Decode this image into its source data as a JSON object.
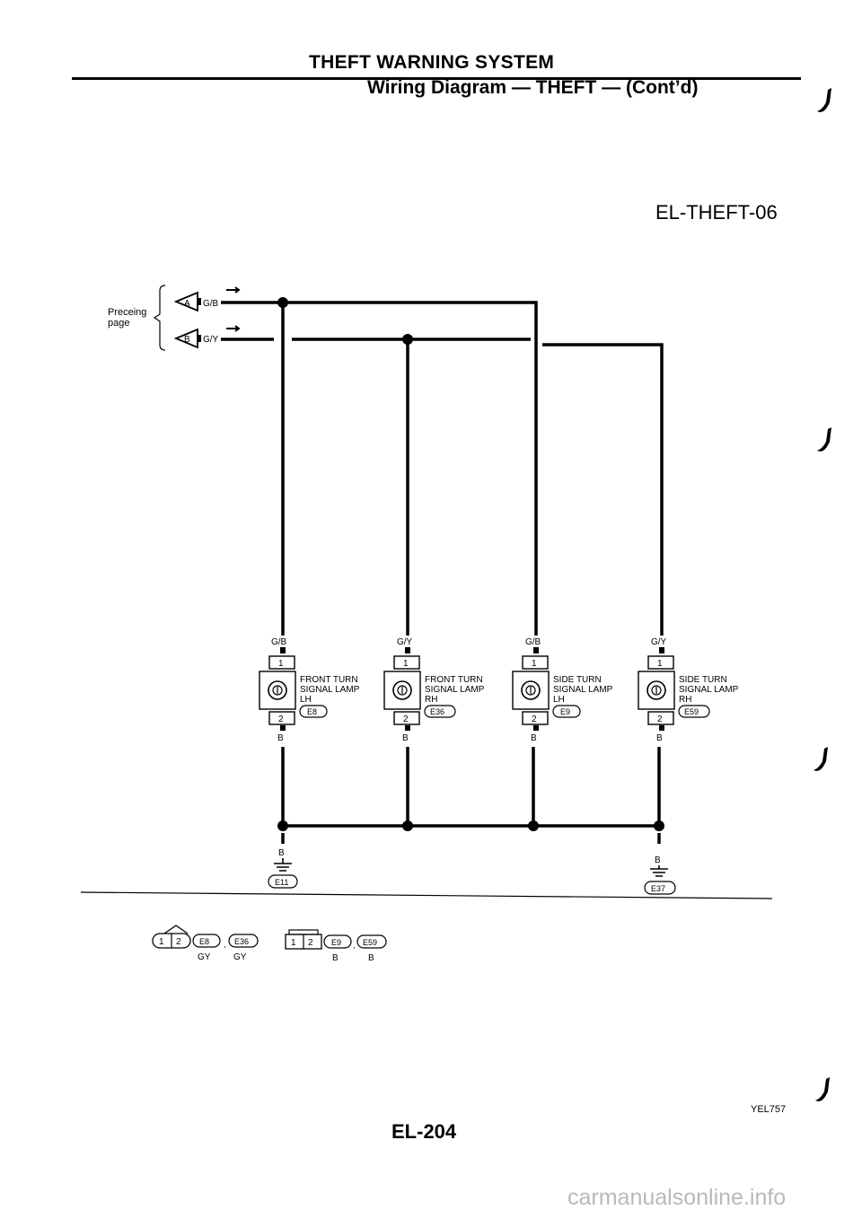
{
  "header": {
    "section_title": "THEFT WARNING SYSTEM",
    "subtitle": "Wiring Diagram — THEFT — (Cont’d)"
  },
  "diagram_code": "EL-THEFT-06",
  "preceding_page": {
    "line1": "Preceing",
    "line2": "page",
    "connectors": [
      {
        "letter": "A",
        "wire": "G/B"
      },
      {
        "letter": "B",
        "wire": "G/Y"
      }
    ]
  },
  "components": [
    {
      "wire_top": "G/B",
      "pin_top": "1",
      "pin_bottom": "2",
      "wire_bottom": "B",
      "name1": "FRONT TURN",
      "name2": "SIGNAL LAMP",
      "side": "LH",
      "connector": "E8"
    },
    {
      "wire_top": "G/Y",
      "pin_top": "1",
      "pin_bottom": "2",
      "wire_bottom": "B",
      "name1": "FRONT TURN",
      "name2": "SIGNAL LAMP",
      "side": "RH",
      "connector": "E36"
    },
    {
      "wire_top": "G/B",
      "pin_top": "1",
      "pin_bottom": "2",
      "wire_bottom": "B",
      "name1": "SIDE TURN",
      "name2": "SIGNAL LAMP",
      "side": "LH",
      "connector": "E9"
    },
    {
      "wire_top": "G/Y",
      "pin_top": "1",
      "pin_bottom": "2",
      "wire_bottom": "B",
      "name1": "SIDE TURN",
      "name2": "SIGNAL LAMP",
      "side": "RH",
      "connector": "E59"
    }
  ],
  "grounds": [
    {
      "wire": "B",
      "connector": "E11"
    },
    {
      "wire": "B",
      "connector": "E37"
    }
  ],
  "connector_key": [
    {
      "pins": [
        "1",
        "2"
      ],
      "connector_a": "E8",
      "connector_b": "E36",
      "color_a": "GY",
      "color_b": "GY"
    },
    {
      "pins": [
        "1",
        "2"
      ],
      "connector_a": "E9",
      "connector_b": "E59",
      "color_a": "B",
      "color_b": "B"
    }
  ],
  "footer": {
    "page_number": "EL-204",
    "figure_ref": "YEL757",
    "watermark": "carmanualsonline.info"
  }
}
